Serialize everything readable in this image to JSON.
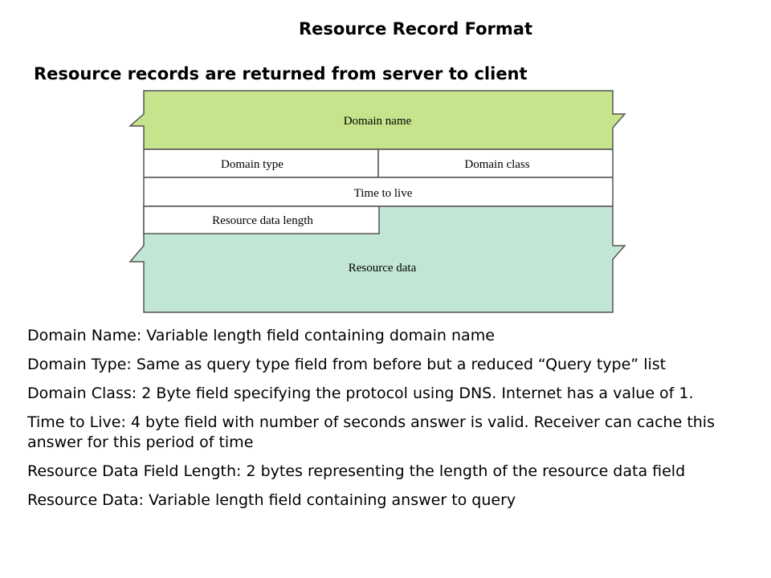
{
  "title": "Resource Record Format",
  "subtitle": "Resource records are returned from server to client",
  "diagram": {
    "fields": {
      "domain_name": "Domain name",
      "domain_type": "Domain type",
      "domain_class": "Domain  class",
      "time_to_live": "Time to live",
      "resource_data_length": "Resource data length",
      "resource_data": "Resource data"
    },
    "colors": {
      "domain_name_fill": "#c5e48c",
      "resource_data_fill": "#c2e6d4",
      "field_fill": "#ffffff",
      "border": "#555555"
    }
  },
  "notes": [
    "Domain Name: Variable length field containing domain name",
    "Domain Type: Same as query type field from before but a reduced “Query type” list",
    "Domain Class: 2 Byte field specifying the protocol using DNS. Internet has a value of 1.",
    "Time to Live: 4 byte field with number of seconds answer is valid. Receiver can cache this answer for this period of time",
    "Resource Data Field Length: 2 bytes representing the length of the resource data field",
    "Resource Data: Variable length field containing answer to query"
  ]
}
